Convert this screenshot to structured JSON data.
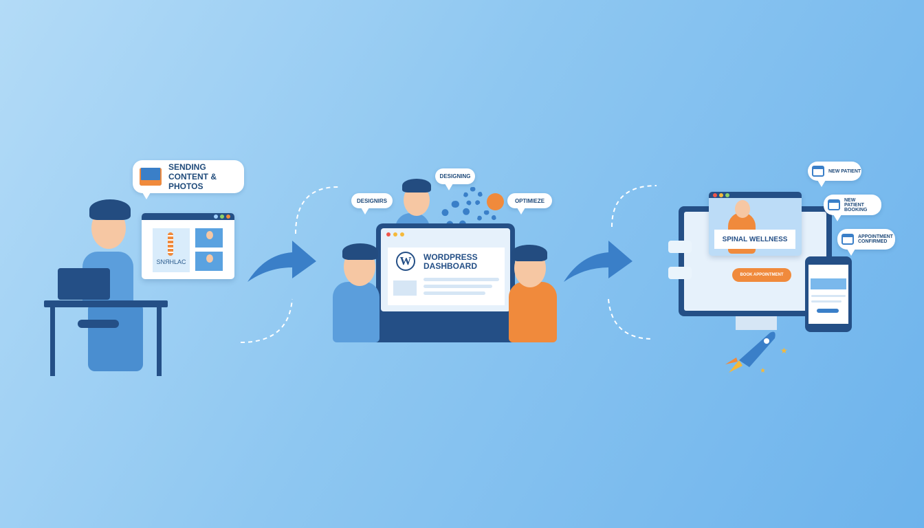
{
  "stage1": {
    "bubble": "SENDING CONTENT & PHOTOS",
    "bubble_icon": "envelope-icon",
    "logo_text": "SNЯHLAC"
  },
  "stage2": {
    "bubble_left": "DESIGNIRS",
    "bubble_top": "DESIGNING",
    "bubble_right": "OPTIMIEZE",
    "screen_title_line1": "WORDPRESS",
    "screen_title_line2": "DASHBOARD",
    "logo_icon": "wordpress-logo-icon"
  },
  "stage3": {
    "site_title": "SPINAL WELLNESS",
    "cta_button": "BOOK APPOINTMENT",
    "notifications": [
      "NEW PATIENT",
      "NEW PATIENT BOOKING",
      "APPOINTMENT CONFIRMED"
    ]
  },
  "colors": {
    "primary": "#244f86",
    "accent": "#f08a3c",
    "background": "#8ec7f1"
  }
}
